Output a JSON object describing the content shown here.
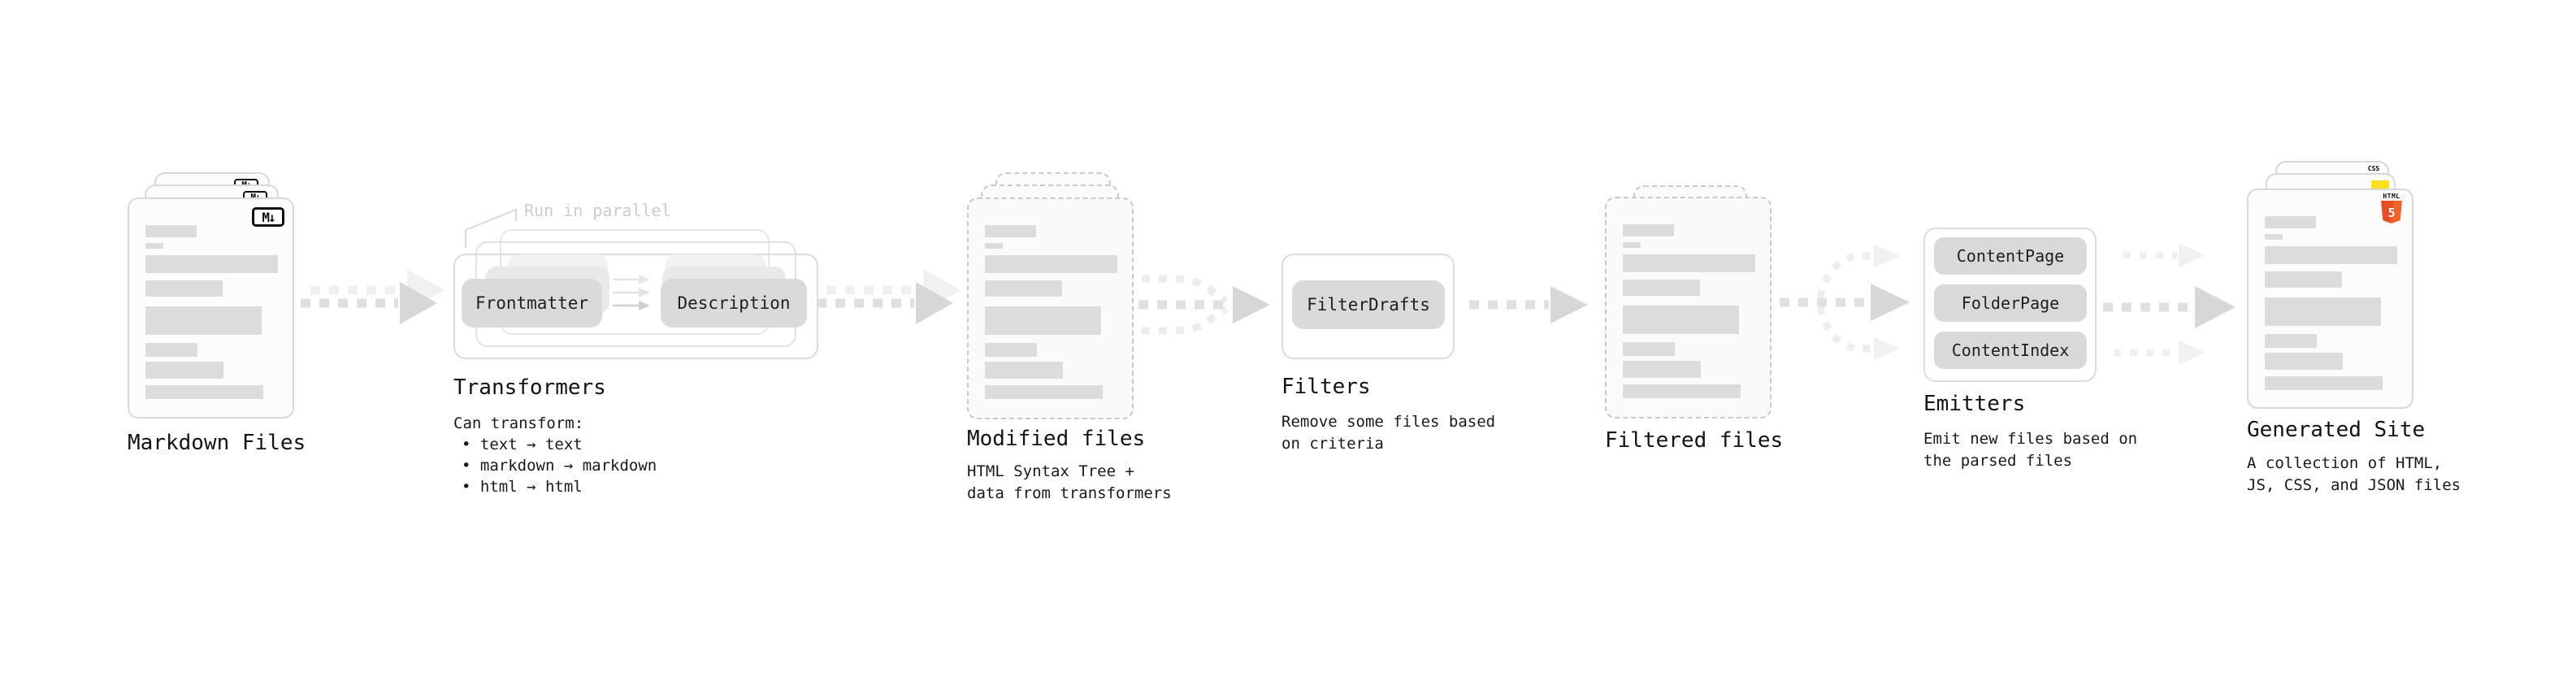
{
  "colors": {
    "accent_html": "#E44D26",
    "accent_html_light": "#F16529",
    "accent_js": "#FFE01A",
    "accent_css": "#2962FF"
  },
  "stages": {
    "markdown": {
      "title": "Markdown Files",
      "icon_label": "M↓"
    },
    "transformers": {
      "title": "Transformers",
      "parallel_note": "Run in parallel",
      "pills": [
        "Frontmatter",
        "Description"
      ],
      "notes": [
        "Can transform:",
        "• text → text",
        "• markdown → markdown",
        "• html → html"
      ]
    },
    "modified": {
      "title": "Modified files",
      "subtitle": [
        "HTML Syntax Tree +",
        "data from transformers"
      ]
    },
    "filters": {
      "title": "Filters",
      "pills": [
        "FilterDrafts"
      ],
      "subtitle": [
        "Remove some files based",
        "on criteria"
      ]
    },
    "filtered": {
      "title": "Filtered files"
    },
    "emitters": {
      "title": "Emitters",
      "pills": [
        "ContentPage",
        "FolderPage",
        "ContentIndex"
      ],
      "subtitle": [
        "Emit new files based on",
        "the parsed files"
      ]
    },
    "generated": {
      "title": "Generated Site",
      "subtitle": [
        "A collection of HTML,",
        "JS, CSS, and JSON files"
      ],
      "badges": {
        "css": "CSS",
        "html": "HTML",
        "html_number": "5"
      }
    }
  }
}
